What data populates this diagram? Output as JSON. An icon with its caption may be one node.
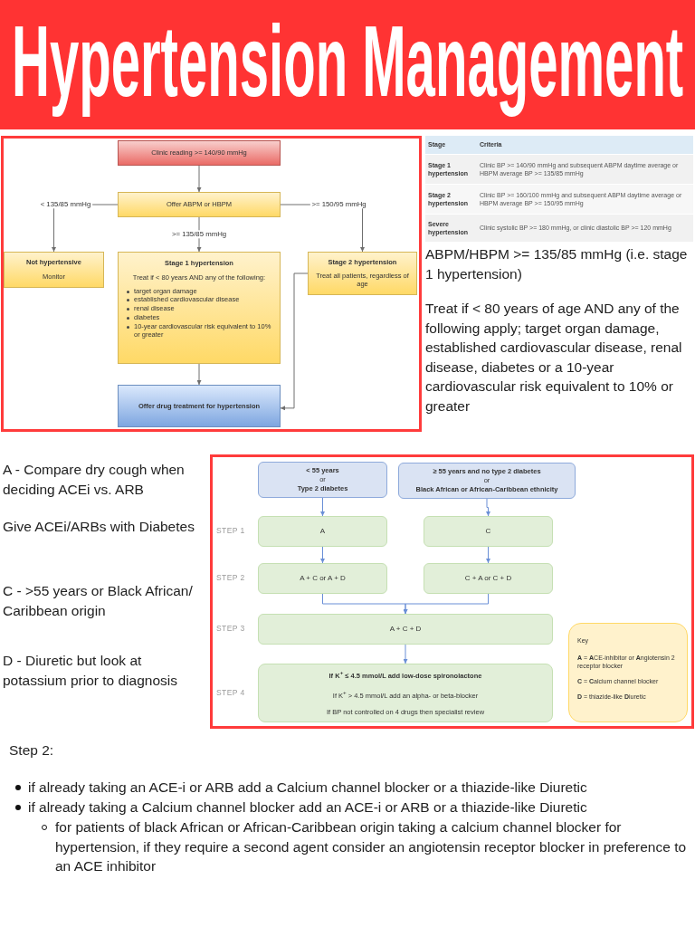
{
  "diagram": {
    "title": "Hypertension Management",
    "nodes": [
      {
        "text": [
          "Clinic reading >= 140/90 mmHg"
        ]
      },
      {
        "text": [
          "Offer ABPM or HBPM"
        ]
      },
      {
        "text": [
          "Not hypertensive",
          "Monitor"
        ]
      },
      {
        "text": [
          "Stage 1 hypertension",
          "Treat if < 80 years AND any of the following:",
          "target organ damage",
          "established cardiovascular disease",
          "renal disease",
          "diabetes",
          "10-year cardiovascular risk equivalent to 10% or greater"
        ]
      },
      {
        "text": [
          "Stage 2 hypertension",
          "Treat all patients, regardless of age"
        ]
      },
      {
        "text": [
          "Offer drug treatment for hypertension"
        ]
      },
      {
        "text": [
          "< 55 years",
          "or",
          "Type 2 diabetes"
        ]
      },
      {
        "text": [
          "≥ 55 years and no type 2 diabetes",
          "or",
          "Black African or African-Caribbean ethnicity"
        ]
      },
      {
        "text": [
          "A"
        ]
      },
      {
        "text": [
          "C"
        ]
      },
      {
        "text": [
          "A + C or A + D"
        ]
      },
      {
        "text": [
          "C + A or C + D"
        ]
      },
      {
        "text": [
          "A + C + D"
        ]
      },
      {
        "text": [
          "If K$^{+}$ ≤ 4.5 mmol/L add low-dose spironolactone",
          "If K$^{+}$ > 4.5 mmol/L add an alpha- or beta-blocker",
          "If BP not controlled on 4 drugs then specialist review"
        ]
      },
      {
        "text": [
          "Key",
          "**A** = **A**CE-inhibitor or **A**ngiotensin 2 receptor blocker",
          "**C** = **C**alcium channel blocker",
          "**D** = thiazide-like **D**iuretic"
        ]
      }
    ],
    "edges": [
      {
        "from": 0,
        "to": 1,
        "arrow": "to",
        "color": "#6e6e6e"
      },
      {
        "from": 1,
        "to": 2,
        "arrow": "to",
        "label": "< 135/85 mmHg",
        "color": "#6e6e6e"
      },
      {
        "from": 1,
        "to": 3,
        "arrow": "to",
        "label": ">= 135/85 mmHg",
        "color": "#6e6e6e"
      },
      {
        "from": 1,
        "to": 4,
        "arrow": "to",
        "label": ">= 150/95 mmHg",
        "color": "#6e6e6e"
      },
      {
        "from": 3,
        "to": 5,
        "arrow": "to",
        "color": "#6e6e6e"
      },
      {
        "from": 4,
        "to": 5,
        "arrow": "to",
        "color": "#6e6e6e"
      },
      {
        "from": 6,
        "to": 8,
        "arrow": "to"
      },
      {
        "from": 8,
        "to": 10,
        "arrow": "to"
      },
      {
        "from": 10,
        "to": 12,
        "arrow": "to"
      },
      {
        "from": 7,
        "to": 9,
        "arrow": "to"
      },
      {
        "from": 9,
        "to": 11,
        "arrow": "to"
      },
      {
        "from": 11,
        "to": 12,
        "arrow": "to"
      },
      {
        "from": 12,
        "to": 13,
        "arrow": "to"
      }
    ],
    "labels": [
      "Stage",
      "Criteria",
      "Stage 1 hypertension",
      "Clinic BP >= 140/90 mmHg and subsequent ABPM daytime average or HBPM average BP >= 135/85 mmHg",
      "Stage 2 hypertension",
      "Clinic BP >= 160/100 mmHg and subsequent ABPM daytime average or HBPM average BP >= 150/95 mmHg",
      "Severe hypertension",
      "Clinic systolic BP >= 180 mmHg, or clinic diastolic BP >= 120 mmHg",
      "ABPM/HBPM >= 135/85 mmHg (i.e. stage 1 hypertension)",
      "Treat if < 80 years of age AND any of the following apply; target organ damage, established cardiovascular disease, renal disease, diabetes or a 10-year cardiovascular risk equivalent to 10% or greater",
      "A - Compare dry cough when deciding ACEi vs. ARB",
      "Give ACEi/ARBs with Diabetes",
      "C - >55 years or Black African/ Caribbean origin",
      "D - Diuretic but look at potassium prior to diagnosis",
      "STEP 1",
      "STEP 2",
      "STEP 3",
      "STEP 4",
      "Step 2:",
      "if already taking an ACE-i or ARB add a Calcium channel blocker or a thiazide-like Diuretic",
      "if already taking a Calcium channel blocker add an ACE-i or ARB or a thiazide-like Diuretic",
      "for patients of black African or African-Caribbean origin taking a calcium channel blocker for hypertension, if they require a second agent consider an angiotensin receptor blocker in preference to an ACE inhibitor"
    ]
  }
}
